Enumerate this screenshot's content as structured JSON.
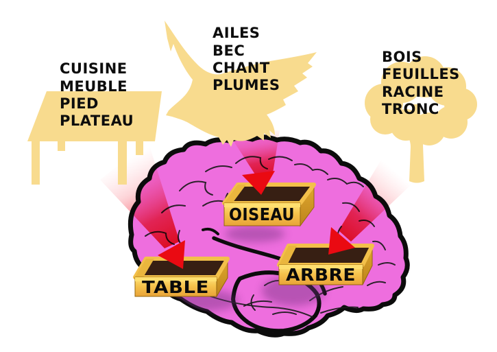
{
  "figure": {
    "description": "Brain sorting word features into labeled category boxes",
    "colors": {
      "background": "#ffffff",
      "silhouette": "#f8db8e",
      "brain": "#ee6ede",
      "brain_outline": "#0c0c0c",
      "arrow_red": "#ea0a12",
      "box_gold": "#f6c34c",
      "box_interior": "#371f13",
      "text": "#0d0d0d"
    },
    "groups": [
      {
        "name": "table-features",
        "icon": "table-icon",
        "words": [
          "CUISINE",
          "MEUBLE",
          "PIED",
          "PLATEAU"
        ]
      },
      {
        "name": "bird-features",
        "icon": "bird-icon",
        "words": [
          "AILES",
          "BEC",
          "CHANT",
          "PLUMES"
        ]
      },
      {
        "name": "tree-features",
        "icon": "tree-icon",
        "words": [
          "BOIS",
          "FEUILLES",
          "RACINE",
          "TRONC"
        ]
      }
    ],
    "boxes": [
      {
        "label": "TABLE"
      },
      {
        "label": "OISEAU"
      },
      {
        "label": "ARBRE"
      }
    ],
    "arrows": [
      {
        "from": "table-features",
        "to": "TABLE"
      },
      {
        "from": "bird-features",
        "to": "OISEAU"
      },
      {
        "from": "tree-features",
        "to": "ARBRE"
      }
    ]
  }
}
